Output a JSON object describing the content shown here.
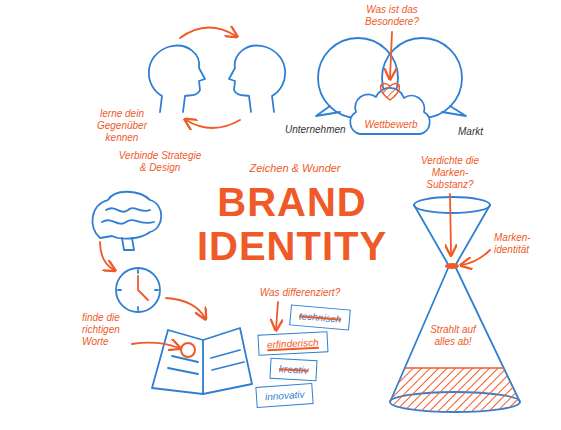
{
  "diagram": {
    "title": "BRAND IDENTITY",
    "nodes": [
      {
        "text": [
          "technisch"
        ]
      },
      {
        "text": [
          "erfinderisch"
        ]
      },
      {
        "text": [
          "kreativ"
        ]
      },
      {
        "text": [
          "innovativ"
        ]
      }
    ],
    "labels": [
      "Zeichen & Wunder",
      "lerne dein Gegenüber kennen",
      "Was ist das Besondere?",
      "Unternehmen",
      "Wettbewerb",
      "Markt",
      "Verbinde Strategie & Design",
      "finde die richtigen Worte",
      "Was differenziert?",
      "Verdichte die Marken-Substanz?",
      "Marken-identität",
      "Strahlt auf alles ab!"
    ]
  }
}
